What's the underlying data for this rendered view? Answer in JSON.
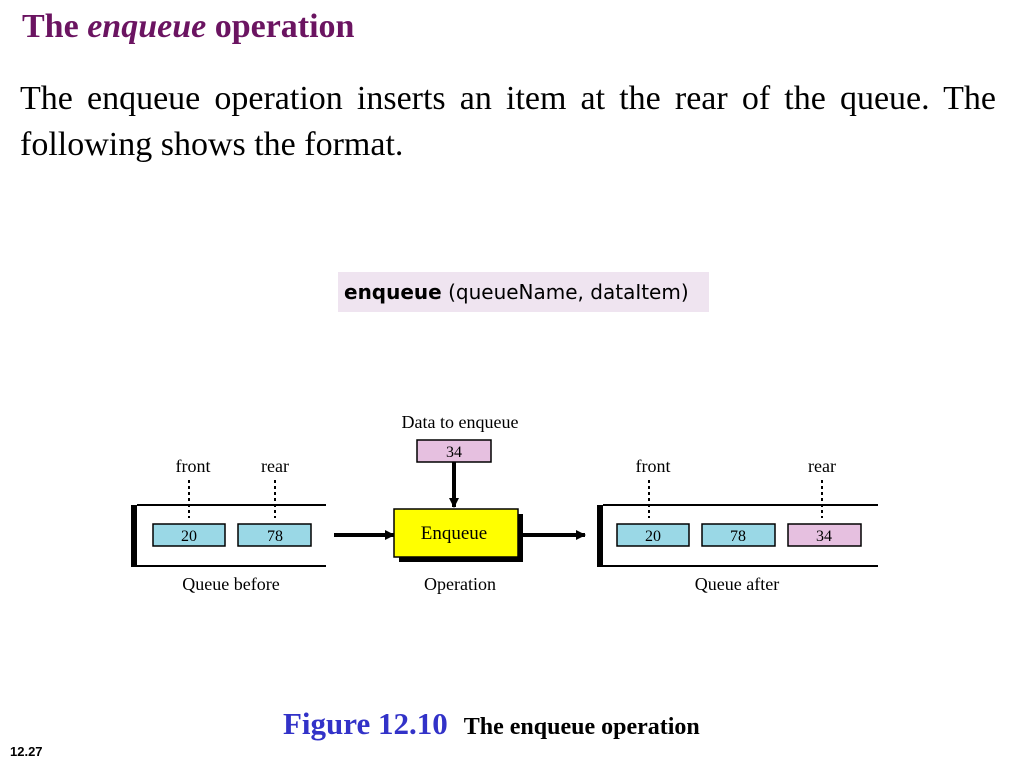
{
  "slide": {
    "title_pre": "The",
    "title_em": "enqueue",
    "title_post": "operation",
    "body": "The enqueue operation inserts an item at the rear of the queue. The following shows the format.",
    "format_keyword": "enqueue",
    "format_args": "(queueName, dataItem)",
    "caption_number": "Figure 12.10",
    "caption_text": "The enqueue operation",
    "page_number": "12.27"
  },
  "diagram": {
    "data_label": "Data to enqueue",
    "data_value": "34",
    "operation_label": "Enqueue",
    "operation_caption": "Operation",
    "before": {
      "front_label": "front",
      "rear_label": "rear",
      "items": [
        "20",
        "78"
      ],
      "caption": "Queue before"
    },
    "after": {
      "front_label": "front",
      "rear_label": "rear",
      "items": [
        "20",
        "78",
        "34"
      ],
      "caption": "Queue after"
    },
    "colors": {
      "item_fill": "#9ad8e6",
      "new_item_fill": "#e6c0e0",
      "operation_fill": "#ffff00",
      "title": "#6b1461",
      "caption_number": "#3232c8"
    }
  }
}
